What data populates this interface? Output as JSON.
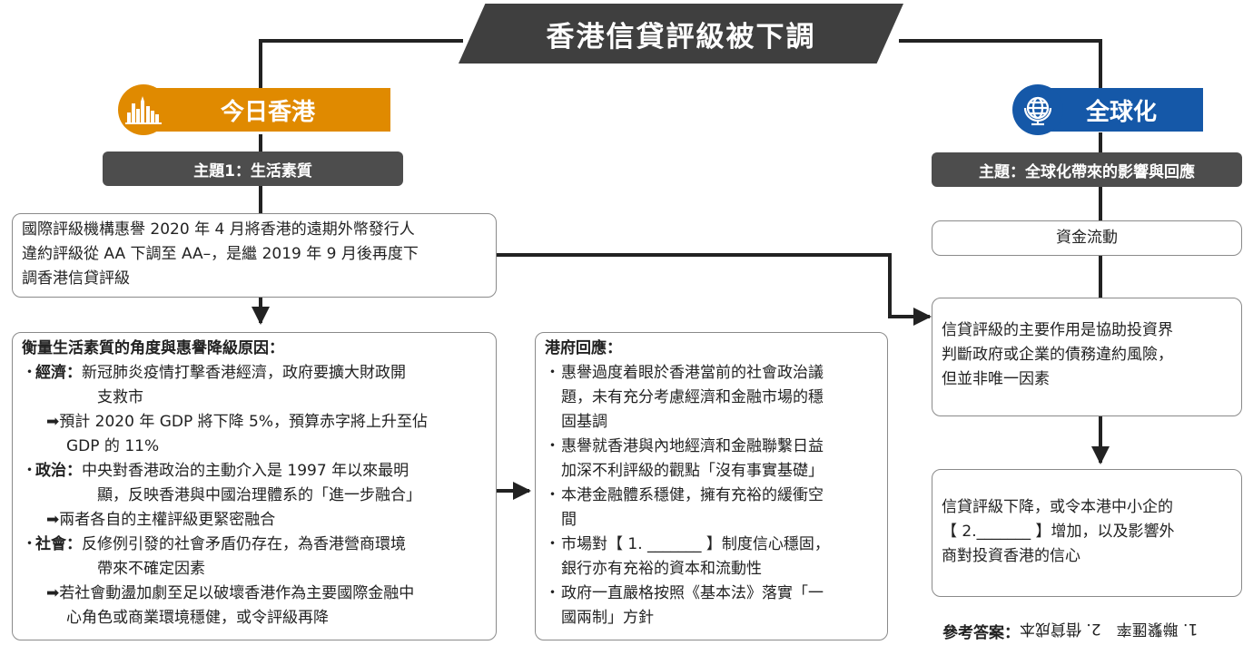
{
  "title": "香港信貸評級被下調",
  "left_section": {
    "badge_label": "今日香港",
    "icon": "city-skyline-icon",
    "theme": "主題1：生活素質",
    "intro": [
      "國際評級機構惠譽 2020 年 4 月將香港的遠期外幣發行人",
      "違約評級從 AA 下調至 AA–，是繼 2019 年 9 月後再度下",
      "調香港信貸評級"
    ],
    "reasons": {
      "heading": "衡量生活素質的角度與惠譽降級原因：",
      "items": [
        {
          "label": "經濟：",
          "text": [
            "新冠肺炎疫情打擊香港經濟，政府要擴大財政開",
            "支救市"
          ],
          "arrow": [
            "➡預計 2020 年 GDP 將下降 5%，預算赤字將上升至佔",
            "GDP 的 11%"
          ]
        },
        {
          "label": "政治：",
          "text": [
            "中央對香港政治的主動介入是 1997 年以來最明",
            "顯，反映香港與中國治理體系的「進一步融合」"
          ],
          "arrow": [
            "➡兩者各自的主權評級更緊密融合"
          ]
        },
        {
          "label": "社會：",
          "text": [
            "反修例引發的社會矛盾仍存在，為香港營商環境",
            "帶來不確定因素"
          ],
          "arrow": [
            "➡若社會動盪加劇至足以破壞香港作為主要國際金融中",
            "心角色或商業環境穩健，或令評級再降"
          ]
        }
      ]
    },
    "response": {
      "heading": "港府回應：",
      "items": [
        [
          "惠譽過度着眼於香港當前的社會政治議",
          "題，未有充分考慮經濟和金融市場的穩",
          "固基調"
        ],
        [
          "惠譽就香港與內地經濟和金融聯繫日益",
          "加深不利評級的觀點「沒有事實基礎」"
        ],
        [
          "本港金融體系穩健，擁有充裕的緩衝空",
          "間"
        ],
        [
          "市場對【 1. _______ 】制度信心穩固，",
          "銀行亦有充裕的資本和流動性"
        ],
        [
          "政府一直嚴格按照《基本法》落實「一",
          "國兩制」方針"
        ]
      ]
    }
  },
  "right_section": {
    "badge_label": "全球化",
    "icon": "globe-icon",
    "theme": "主題：全球化帶來的影響與回應",
    "capital_flow": "資金流動",
    "rating_role": [
      "信貸評級的主要作用是協助投資界",
      "判斷政府或企業的債務違約風險，",
      "但並非唯一因素"
    ],
    "downgrade_effect": [
      "信貸評級下降，或令本港中小企的",
      "【 2._______ 】增加，以及影響外",
      "商對投資香港的信心"
    ]
  },
  "answers": {
    "label": "參考答案：",
    "text": "1. 聯繫匯率　2. 借貸成本"
  },
  "colors": {
    "orange": "#E08A00",
    "blue": "#1558A8",
    "dark": "#3f3f3f"
  },
  "bullet": "・"
}
